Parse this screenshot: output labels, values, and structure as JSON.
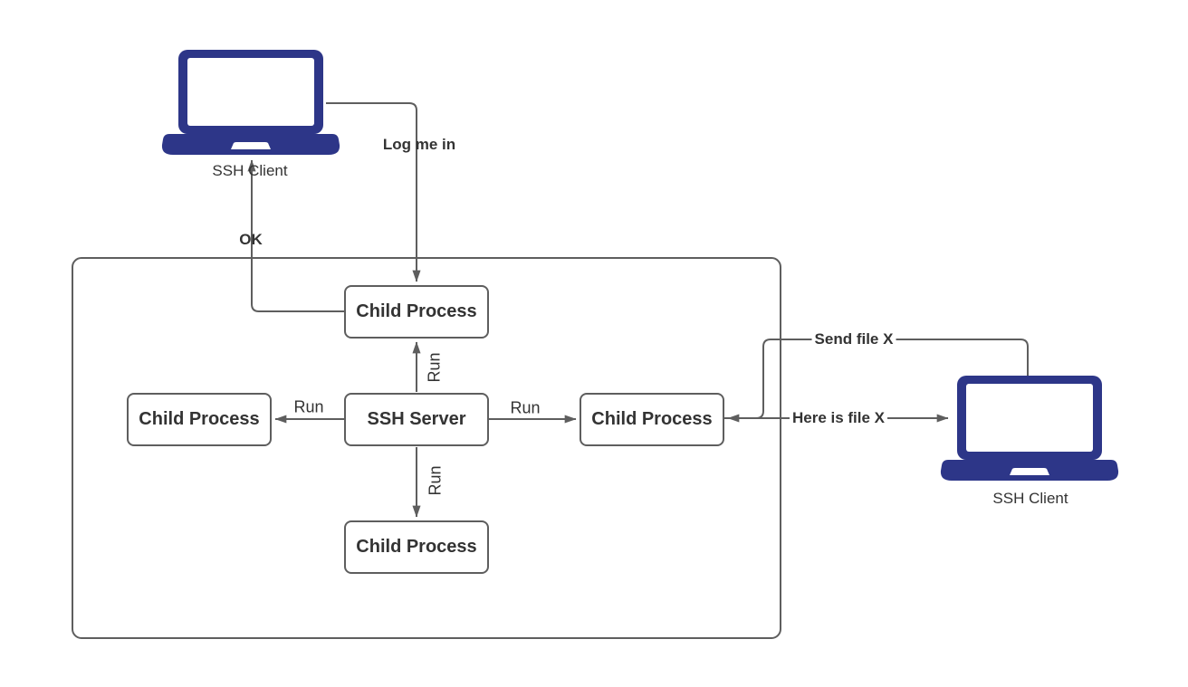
{
  "diagram": {
    "title_semantics": "SSH client-server process diagram",
    "colors": {
      "background": "#ffffff",
      "line": "#5e5e5e",
      "box_border": "#5e5e5e",
      "text": "#333333",
      "laptop_fill": "#2d3688"
    },
    "nodes": {
      "client_left": {
        "label": "SSH Client"
      },
      "client_right": {
        "label": "SSH Client"
      },
      "server": {
        "label": "SSH Server"
      },
      "child_top": {
        "label": "Child Process"
      },
      "child_left": {
        "label": "Child Process"
      },
      "child_right": {
        "label": "Child Process"
      },
      "child_bottom": {
        "label": "Child Process"
      }
    },
    "edges": {
      "log_me_in": {
        "label": "Log me in",
        "from": "client_left",
        "to": "child_top"
      },
      "ok": {
        "label": "OK",
        "from": "child_top",
        "to": "client_left"
      },
      "run_top": {
        "label": "Run",
        "from": "server",
        "to": "child_top"
      },
      "run_left": {
        "label": "Run",
        "from": "server",
        "to": "child_left"
      },
      "run_right": {
        "label": "Run",
        "from": "server",
        "to": "child_right"
      },
      "run_bottom": {
        "label": "Run",
        "from": "server",
        "to": "child_bottom"
      },
      "send_file": {
        "label": "Send file X",
        "from": "client_right",
        "to": "child_right"
      },
      "here_is_file": {
        "label": "Here is file X",
        "from": "child_right",
        "to": "client_right"
      }
    }
  }
}
